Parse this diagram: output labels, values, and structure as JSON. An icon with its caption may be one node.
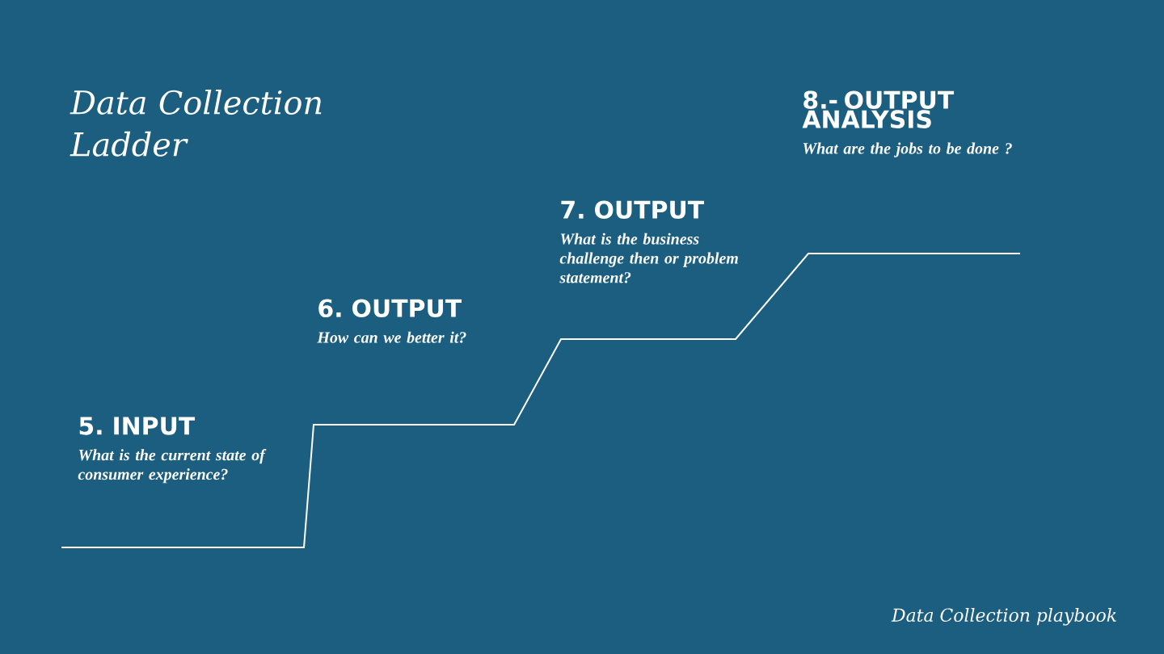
{
  "diagram": {
    "title": "Data Collection Ladder",
    "nodes": [
      {
        "text": [
          "5. INPUT",
          "What is the current state of consumer experience?"
        ]
      },
      {
        "text": [
          "6. OUTPUT",
          "How can we better it?"
        ]
      },
      {
        "text": [
          "7. OUTPUT",
          "What is the business challenge then or problem statement?"
        ]
      },
      {
        "text": [
          "8.- OUTPUT ANALYSIS",
          "What are the jobs to be done ?"
        ]
      }
    ],
    "labels": [
      "Data Collection playbook"
    ]
  }
}
